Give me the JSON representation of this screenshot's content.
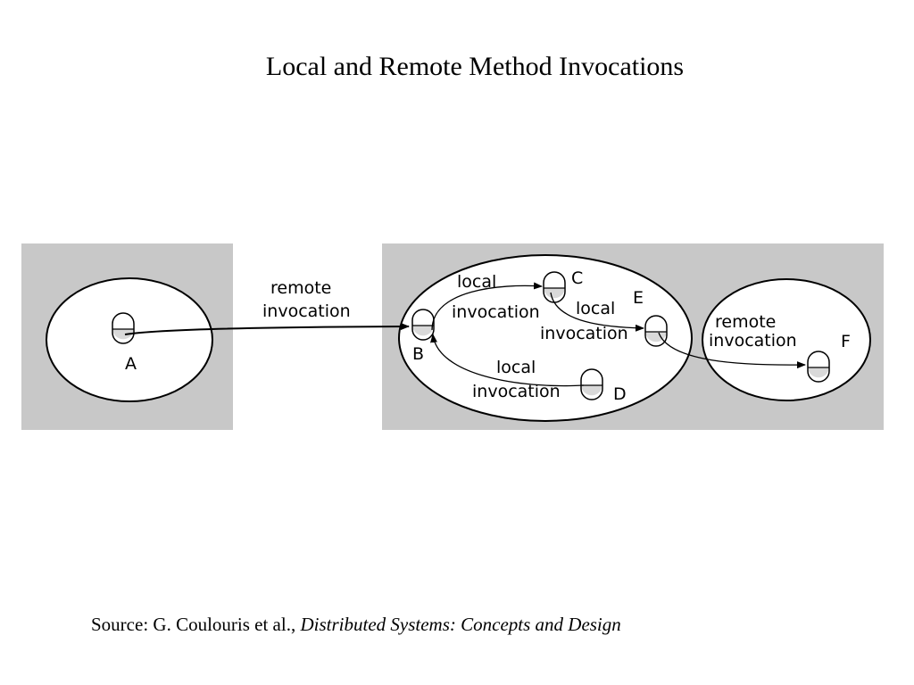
{
  "title": "Local and Remote Method Invocations",
  "diagram": {
    "objects": [
      "A",
      "B",
      "C",
      "D",
      "E",
      "F"
    ],
    "labels": {
      "remote_ab_1": "remote",
      "remote_ab_2": "invocation",
      "local_bc_1": "local",
      "local_bc_2": "invocation",
      "local_ce_1": "local",
      "local_ce_2": "invocation",
      "local_db_1": "local",
      "local_db_2": "invocation",
      "remote_ef_1": "remote",
      "remote_ef_2": "invocation"
    },
    "colors": {
      "host_background": "#c8c8c8",
      "object_fill": "#d9d9d9",
      "line": "#000000"
    }
  },
  "source": {
    "prefix": "Source: G. Coulouris et al., ",
    "work": "Distributed Systems: Concepts and Design"
  }
}
